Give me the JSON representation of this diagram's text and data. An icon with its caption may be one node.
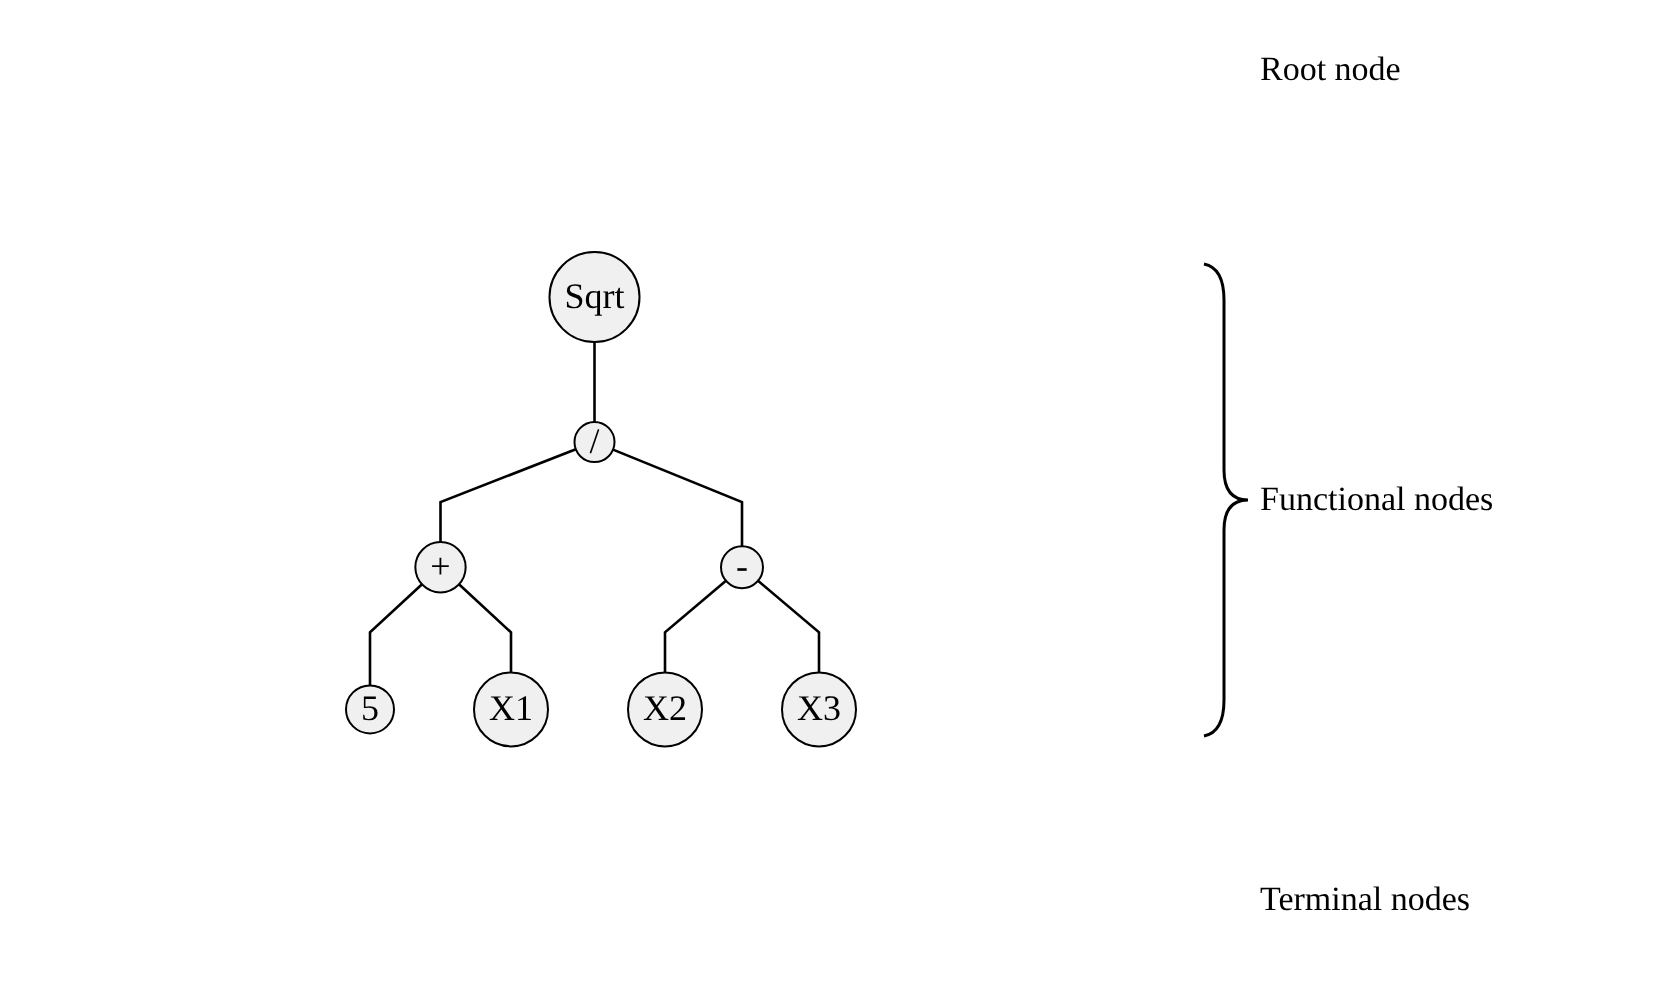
{
  "diagram": {
    "nodes": [
      {
        "text": [
          "Sqrt"
        ]
      },
      {
        "text": [
          "/"
        ]
      },
      {
        "text": [
          "+"
        ]
      },
      {
        "text": [
          "-"
        ]
      },
      {
        "text": [
          "5"
        ]
      },
      {
        "text": [
          "X1"
        ]
      },
      {
        "text": [
          "X2"
        ]
      },
      {
        "text": [
          "X3"
        ]
      }
    ],
    "edges": [
      {
        "from": 0,
        "to": 1,
        "arrow": "none"
      },
      {
        "from": 1,
        "to": 2,
        "arrow": "none"
      },
      {
        "from": 1,
        "to": 3,
        "arrow": "none"
      },
      {
        "from": 2,
        "to": 4,
        "arrow": "none"
      },
      {
        "from": 2,
        "to": 5,
        "arrow": "none"
      },
      {
        "from": 3,
        "to": 6,
        "arrow": "none"
      },
      {
        "from": 3,
        "to": 7,
        "arrow": "none"
      }
    ],
    "labels": [
      "Root node",
      "Functional nodes",
      "Terminal nodes"
    ]
  }
}
